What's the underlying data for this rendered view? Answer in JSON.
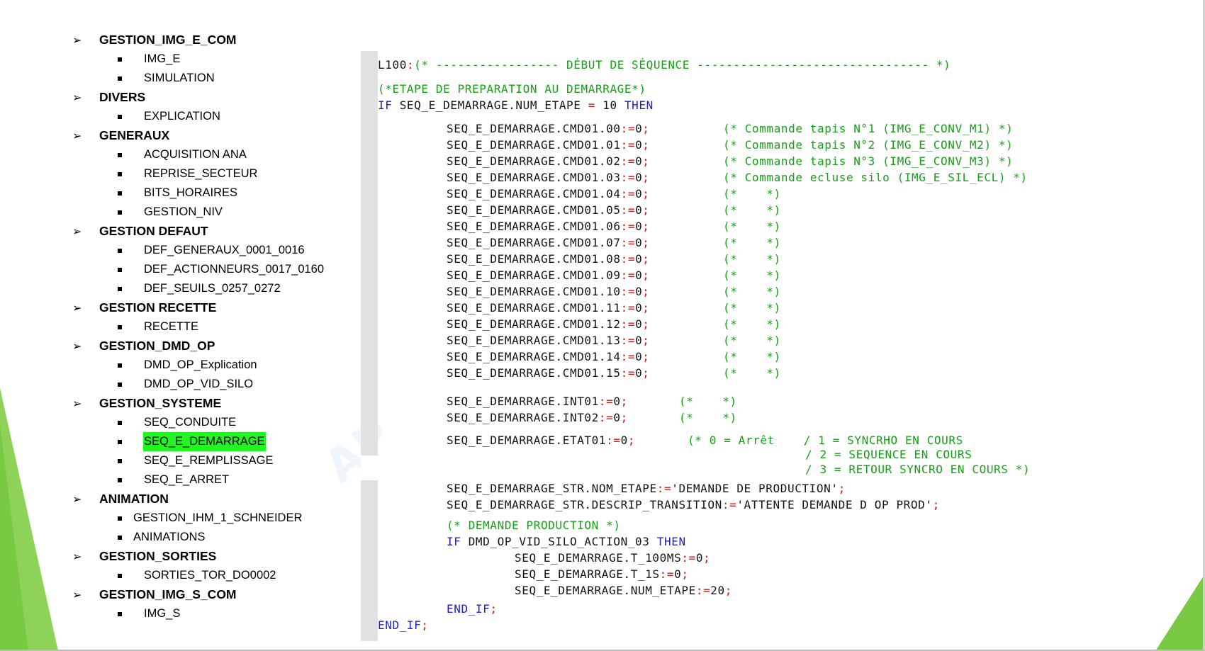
{
  "colors": {
    "highlight": "#22f522",
    "keyword": "#1c1cd8",
    "comment": "#16a016",
    "operator": "#d81414",
    "accent_green": "#7ac943"
  },
  "icons": {
    "group_bullet": "arrow-bullet-icon",
    "item_bullet": "square-bullet-icon"
  },
  "outline": {
    "groups": [
      {
        "label": "GESTION_IMG_E_COM",
        "items": [
          {
            "label": "IMG_E"
          },
          {
            "label": "SIMULATION"
          }
        ]
      },
      {
        "label": "DIVERS",
        "items": [
          {
            "label": "EXPLICATION"
          }
        ]
      },
      {
        "label": "GENERAUX",
        "items": [
          {
            "label": "ACQUISITION ANA"
          },
          {
            "label": "REPRISE_SECTEUR"
          },
          {
            "label": "BITS_HORAIRES"
          },
          {
            "label": "GESTION_NIV"
          }
        ]
      },
      {
        "label": "GESTION DEFAUT",
        "items": [
          {
            "label": "DEF_GENERAUX_0001_0016"
          },
          {
            "label": "DEF_ACTIONNEURS_0017_0160"
          },
          {
            "label": "DEF_SEUILS_0257_0272"
          }
        ]
      },
      {
        "label": "GESTION RECETTE",
        "items": [
          {
            "label": "RECETTE"
          }
        ]
      },
      {
        "label": "GESTION_DMD_OP",
        "items": [
          {
            "label": "DMD_OP_Explication"
          },
          {
            "label": "DMD_OP_VID_SILO"
          }
        ]
      },
      {
        "label": "GESTION_SYSTEME",
        "items": [
          {
            "label": "SEQ_CONDUITE"
          },
          {
            "label": "SEQ_E_DEMARRAGE"
          },
          {
            "label": "SEQ_E_REMPLISSAGE"
          },
          {
            "label": "SEQ_E_ARRET"
          }
        ]
      },
      {
        "label": "ANIMATION",
        "items": [
          {
            "label": "GESTION_IHM_1_SCHNEIDER"
          },
          {
            "label": "ANIMATIONS"
          }
        ]
      },
      {
        "label": "GESTION_SORTIES",
        "items": [
          {
            "label": "SORTIES_TOR_DO0002"
          }
        ]
      },
      {
        "label": "GESTION_IMG_S_COM",
        "items": [
          {
            "label": "IMG_S"
          }
        ]
      }
    ]
  },
  "code": {
    "header": {
      "label": "L100",
      "sep": ":",
      "comment": "(* ----------------- DÉBUT DE SÉQUENCE -------------------------------- *)"
    },
    "prep_comment": "(*ETAPE DE PREPARATION AU DEMARRAGE*)",
    "if_kw": "IF",
    "if_cond": " SEQ_E_DEMARRAGE.NUM_ETAPE ",
    "if_eq": "=",
    "if_val": " 10 ",
    "then_kw": "THEN",
    "cmd_lines": [
      {
        "stmt": "SEQ_E_DEMARRAGE.CMD01.00",
        "op": ":=",
        "val": "0",
        "end": ";",
        "comment": "(* Commande tapis N°1 (IMG_E_CONV_M1) *)"
      },
      {
        "stmt": "SEQ_E_DEMARRAGE.CMD01.01",
        "op": ":=",
        "val": "0",
        "end": ";",
        "comment": "(* Commande tapis N°2 (IMG_E_CONV_M2) *)"
      },
      {
        "stmt": "SEQ_E_DEMARRAGE.CMD01.02",
        "op": ":=",
        "val": "0",
        "end": ";",
        "comment": "(* Commande tapis N°3 (IMG_E_CONV_M3) *)"
      },
      {
        "stmt": "SEQ_E_DEMARRAGE.CMD01.03",
        "op": ":=",
        "val": "0",
        "end": ";",
        "comment": "(* Commande ecluse silo (IMG_E_SIL_ECL) *)"
      },
      {
        "stmt": "SEQ_E_DEMARRAGE.CMD01.04",
        "op": ":=",
        "val": "0",
        "end": ";",
        "comment": "(*    *)"
      },
      {
        "stmt": "SEQ_E_DEMARRAGE.CMD01.05",
        "op": ":=",
        "val": "0",
        "end": ";",
        "comment": "(*    *)"
      },
      {
        "stmt": "SEQ_E_DEMARRAGE.CMD01.06",
        "op": ":=",
        "val": "0",
        "end": ";",
        "comment": "(*    *)"
      },
      {
        "stmt": "SEQ_E_DEMARRAGE.CMD01.07",
        "op": ":=",
        "val": "0",
        "end": ";",
        "comment": "(*    *)"
      },
      {
        "stmt": "SEQ_E_DEMARRAGE.CMD01.08",
        "op": ":=",
        "val": "0",
        "end": ";",
        "comment": "(*    *)"
      },
      {
        "stmt": "SEQ_E_DEMARRAGE.CMD01.09",
        "op": ":=",
        "val": "0",
        "end": ";",
        "comment": "(*    *)"
      },
      {
        "stmt": "SEQ_E_DEMARRAGE.CMD01.10",
        "op": ":=",
        "val": "0",
        "end": ";",
        "comment": "(*    *)"
      },
      {
        "stmt": "SEQ_E_DEMARRAGE.CMD01.11",
        "op": ":=",
        "val": "0",
        "end": ";",
        "comment": "(*    *)"
      },
      {
        "stmt": "SEQ_E_DEMARRAGE.CMD01.12",
        "op": ":=",
        "val": "0",
        "end": ";",
        "comment": "(*    *)"
      },
      {
        "stmt": "SEQ_E_DEMARRAGE.CMD01.13",
        "op": ":=",
        "val": "0",
        "end": ";",
        "comment": "(*    *)"
      },
      {
        "stmt": "SEQ_E_DEMARRAGE.CMD01.14",
        "op": ":=",
        "val": "0",
        "end": ";",
        "comment": "(*    *)"
      },
      {
        "stmt": "SEQ_E_DEMARRAGE.CMD01.15",
        "op": ":=",
        "val": "0",
        "end": ";",
        "comment": "(*    *)"
      }
    ],
    "int_lines": [
      {
        "stmt": "SEQ_E_DEMARRAGE.INT01",
        "op": ":=",
        "val": "0",
        "end": ";",
        "comment": "(*    *)"
      },
      {
        "stmt": "SEQ_E_DEMARRAGE.INT02",
        "op": ":=",
        "val": "0",
        "end": ";",
        "comment": "(*    *)"
      }
    ],
    "etat": {
      "stmt": "SEQ_E_DEMARRAGE.ETAT01",
      "op": ":=",
      "val": "0",
      "end": ";",
      "comment1": "(* 0 = Arrêt    / 1 = SYNCRHO EN COURS",
      "comment2": "/ 2 = SEQUENCE EN COURS",
      "comment3": "/ 3 = RETOUR SYNCRO EN COURS *)"
    },
    "str1": {
      "stmt": "SEQ_E_DEMARRAGE_STR.NOM_ETAPE",
      "op": ":=",
      "val": "'DEMANDE DE PRODUCTION'",
      "end": ";"
    },
    "str2": {
      "stmt": "SEQ_E_DEMARRAGE_STR.DESCRIP_TRANSITION",
      "op": ":=",
      "val": "'ATTENTE DEMANDE D OP PROD'",
      "end": ";"
    },
    "prod_comment": "(* DEMANDE PRODUCTION *)",
    "inner_if_kw": "IF",
    "inner_if_cond": " DMD_OP_VID_SILO_ACTION_03 ",
    "inner_then_kw": "THEN",
    "inner_lines": [
      {
        "stmt": "SEQ_E_DEMARRAGE.T_100MS",
        "op": ":=",
        "val": "0",
        "end": ";"
      },
      {
        "stmt": "SEQ_E_DEMARRAGE.T_1S",
        "op": ":=",
        "val": "0",
        "end": ";"
      },
      {
        "stmt": "SEQ_E_DEMARRAGE.NUM_ETAPE",
        "op": ":=",
        "val": "20",
        "end": ";"
      }
    ],
    "inner_end_if": "END_IF",
    "inner_end_semi": ";",
    "outer_end_if": "END_IF",
    "outer_end_semi": ";"
  }
}
